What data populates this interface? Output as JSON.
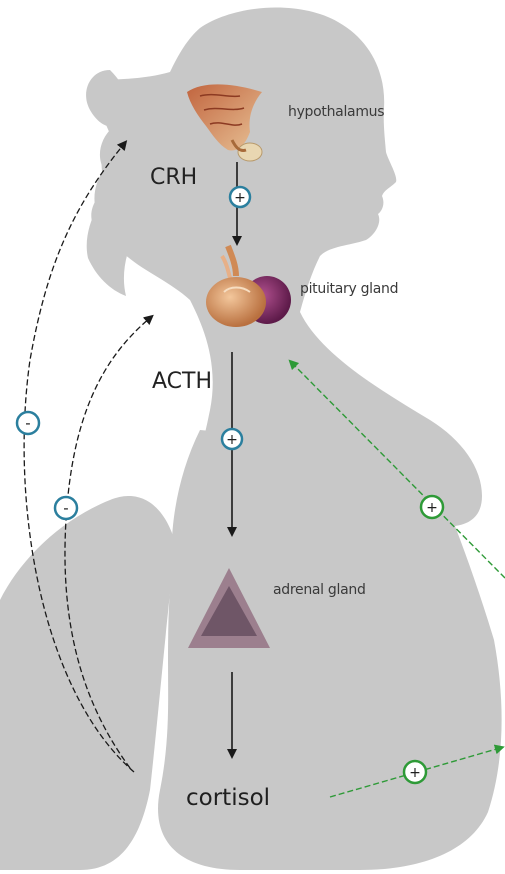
{
  "labels": {
    "hypothalamus": "hypothalamus",
    "pituitary": "pituitary gland",
    "adrenal": "adrenal gland",
    "crh": "CRH",
    "acth": "ACTH",
    "cortisol": "cortisol"
  },
  "signs": {
    "stimulate": "+",
    "inhibit": "-"
  },
  "colors": {
    "silhouette": "#c8c8c8",
    "background": "#ffffff",
    "main_arrow": "#1a1a1a",
    "feedback_badge": "#2b7f9e",
    "placental_arrow": "#2e9a37",
    "adrenal_outer": "#9c7f8e",
    "adrenal_inner": "#6f5667"
  },
  "icons": {
    "hypothalamus": "hypothalamus-organ-icon",
    "pituitary": "pituitary-gland-icon",
    "adrenal": "adrenal-gland-triangle-icon"
  }
}
